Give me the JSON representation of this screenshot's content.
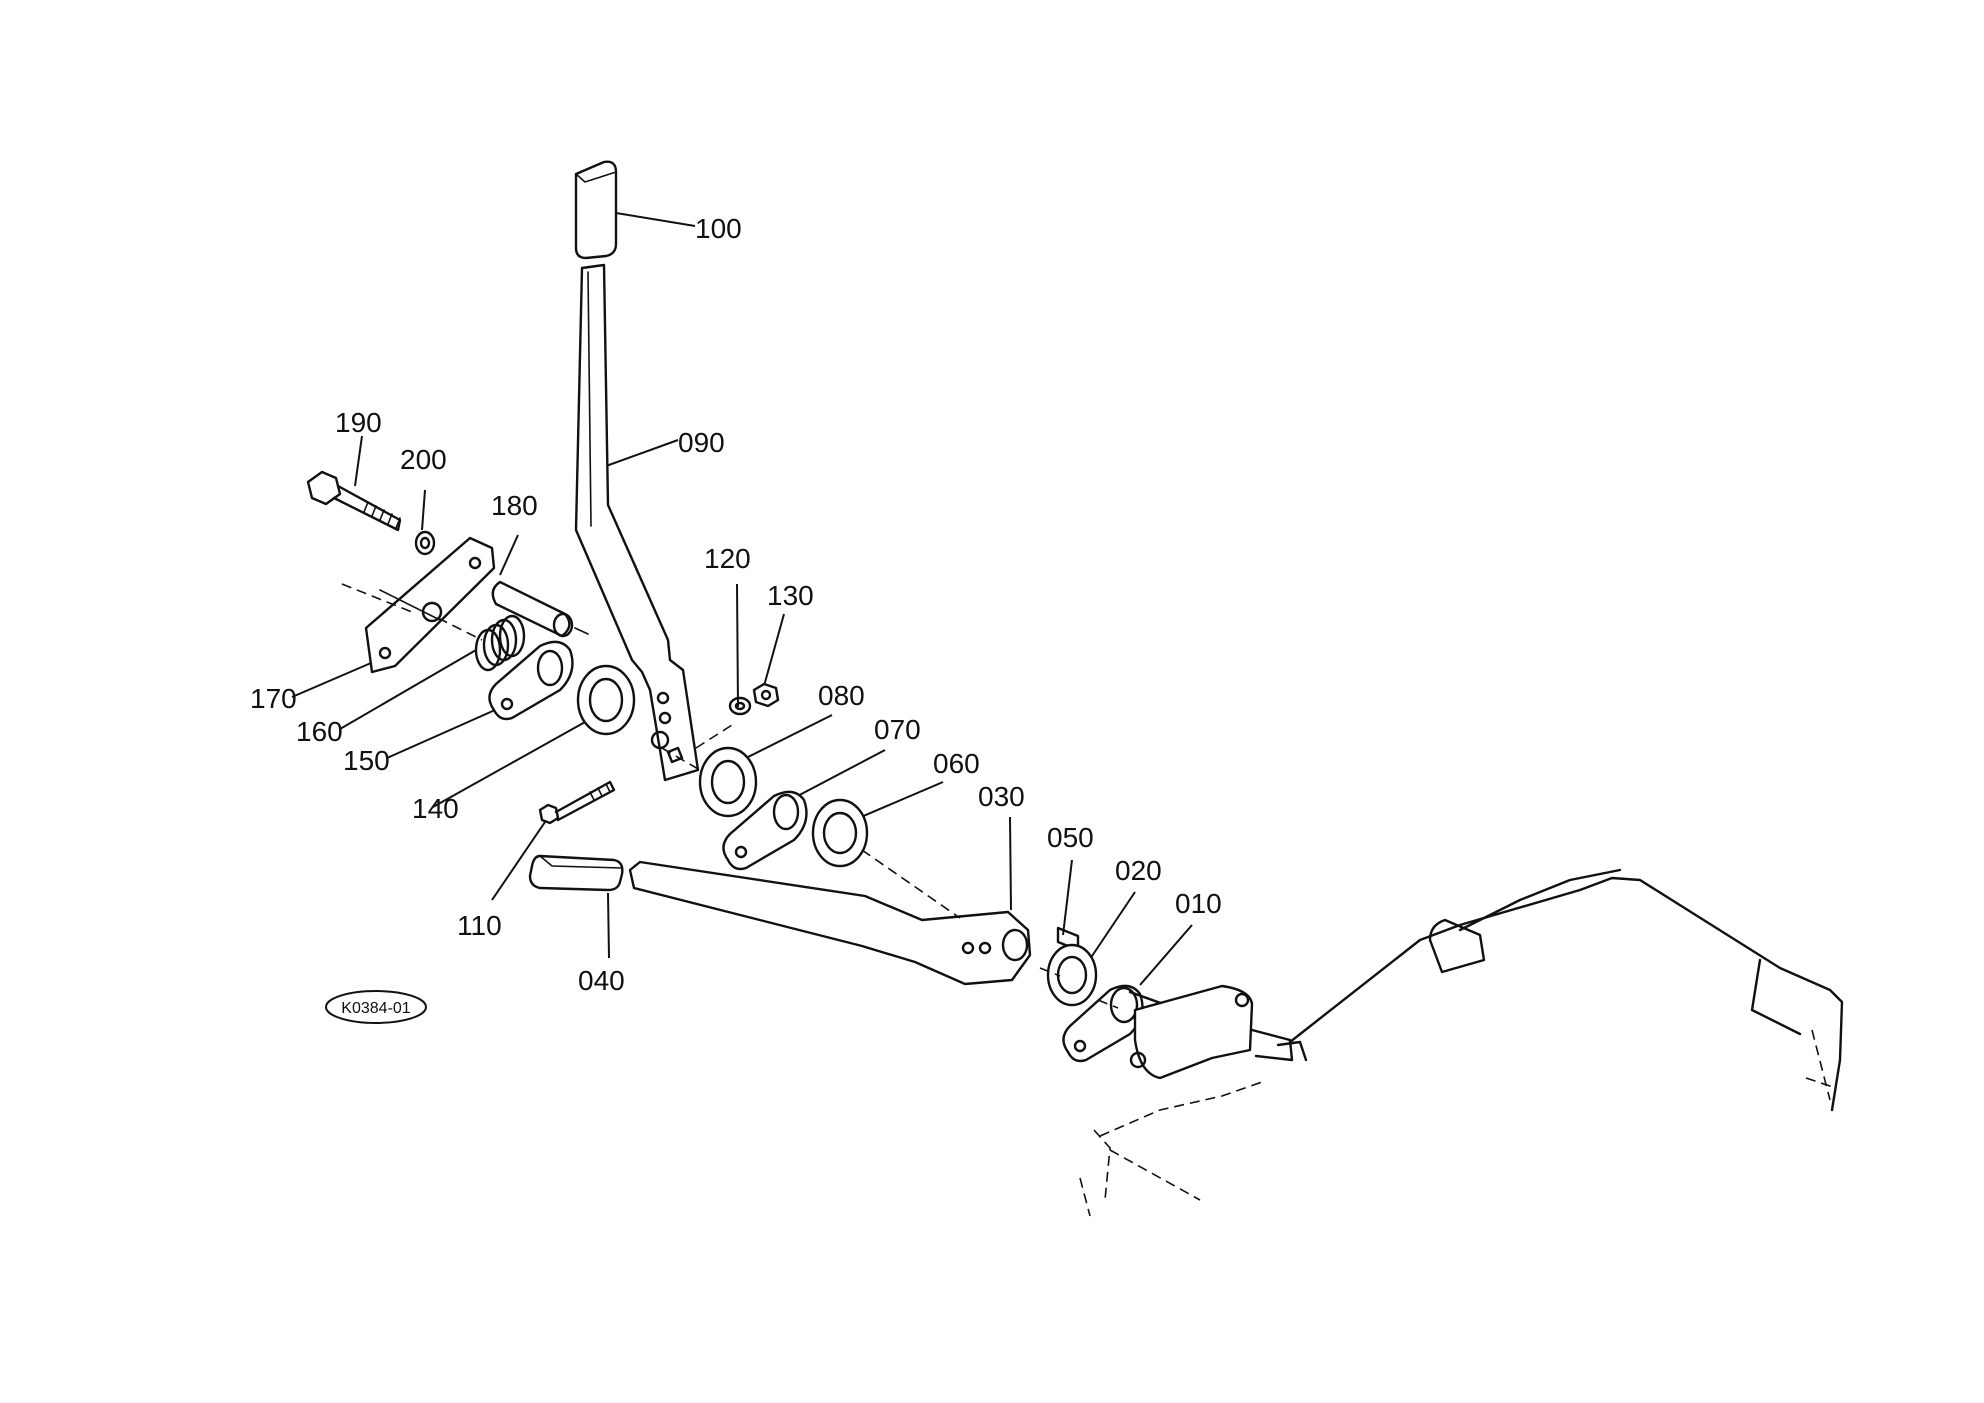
{
  "diagram": {
    "reference_code": "K0384-01",
    "callouts": [
      {
        "id": "c100",
        "label": "100"
      },
      {
        "id": "c090",
        "label": "090"
      },
      {
        "id": "c190",
        "label": "190"
      },
      {
        "id": "c200",
        "label": "200"
      },
      {
        "id": "c180",
        "label": "180"
      },
      {
        "id": "c120",
        "label": "120"
      },
      {
        "id": "c130",
        "label": "130"
      },
      {
        "id": "c080",
        "label": "080"
      },
      {
        "id": "c070",
        "label": "070"
      },
      {
        "id": "c060",
        "label": "060"
      },
      {
        "id": "c030",
        "label": "030"
      },
      {
        "id": "c050",
        "label": "050"
      },
      {
        "id": "c020",
        "label": "020"
      },
      {
        "id": "c010",
        "label": "010"
      },
      {
        "id": "c170",
        "label": "170"
      },
      {
        "id": "c160",
        "label": "160"
      },
      {
        "id": "c150",
        "label": "150"
      },
      {
        "id": "c140",
        "label": "140"
      },
      {
        "id": "c110",
        "label": "110"
      },
      {
        "id": "c040",
        "label": "040"
      }
    ]
  }
}
